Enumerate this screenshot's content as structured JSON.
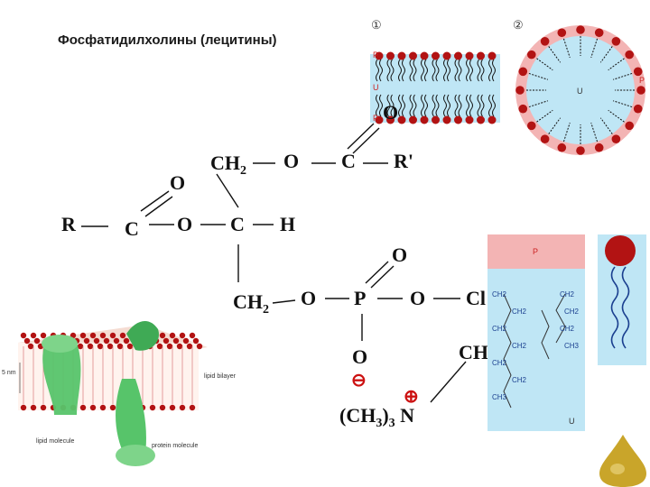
{
  "title": "Фосфатидилхолины (лецитины)",
  "panel1": {
    "number": "①",
    "label_p": "P",
    "label_u": "U",
    "label_p2": "P"
  },
  "panel2": {
    "number": "②",
    "label_p": "P",
    "label_u": "U"
  },
  "formula": {
    "o_top": "O",
    "ch2_top": "CH",
    "ch2_top_sub": "2",
    "o_ester_right": "O",
    "c_ester_right": "C",
    "r_prime": "R'",
    "o_left_carbonyl": "O",
    "r": "R",
    "c_left": "C",
    "o_mid": "O",
    "c_mid": "C",
    "h_mid": "H",
    "o_phosphate_top": "O",
    "ch2_bottom": "CH",
    "ch2_bottom_sub": "2",
    "o_p_left": "O",
    "p": "P",
    "o_p_right": "O",
    "cl": "Cl",
    "o_minus": "O",
    "minus": "⊖",
    "ch_right": "CH",
    "plus": "⊕",
    "ch3_group": "(CH",
    "ch3_sub": "3",
    "ch3_close": ")",
    "ch3_sub2": "3",
    "n": "N"
  },
  "panel3": {
    "label_p": "P",
    "label_u": "U",
    "chain_left": [
      "CH2",
      "CH2",
      "CH2",
      "CH2",
      "CH2",
      "CH2",
      "CH3"
    ],
    "chain_right": [
      "CH2",
      "CH2",
      "CH2",
      "CH3"
    ]
  },
  "bilayer_labels": {
    "height": "5 nm",
    "lipid_bilayer": "lipid bilayer",
    "lipid_molecule": "lipid molecule",
    "protein_molecule": "protein molecule"
  },
  "colors": {
    "head_red": "#b21313",
    "water_blue": "#bfe6f5",
    "pink_ring": "#f3b4b4",
    "protein_green": "#57c46a"
  }
}
